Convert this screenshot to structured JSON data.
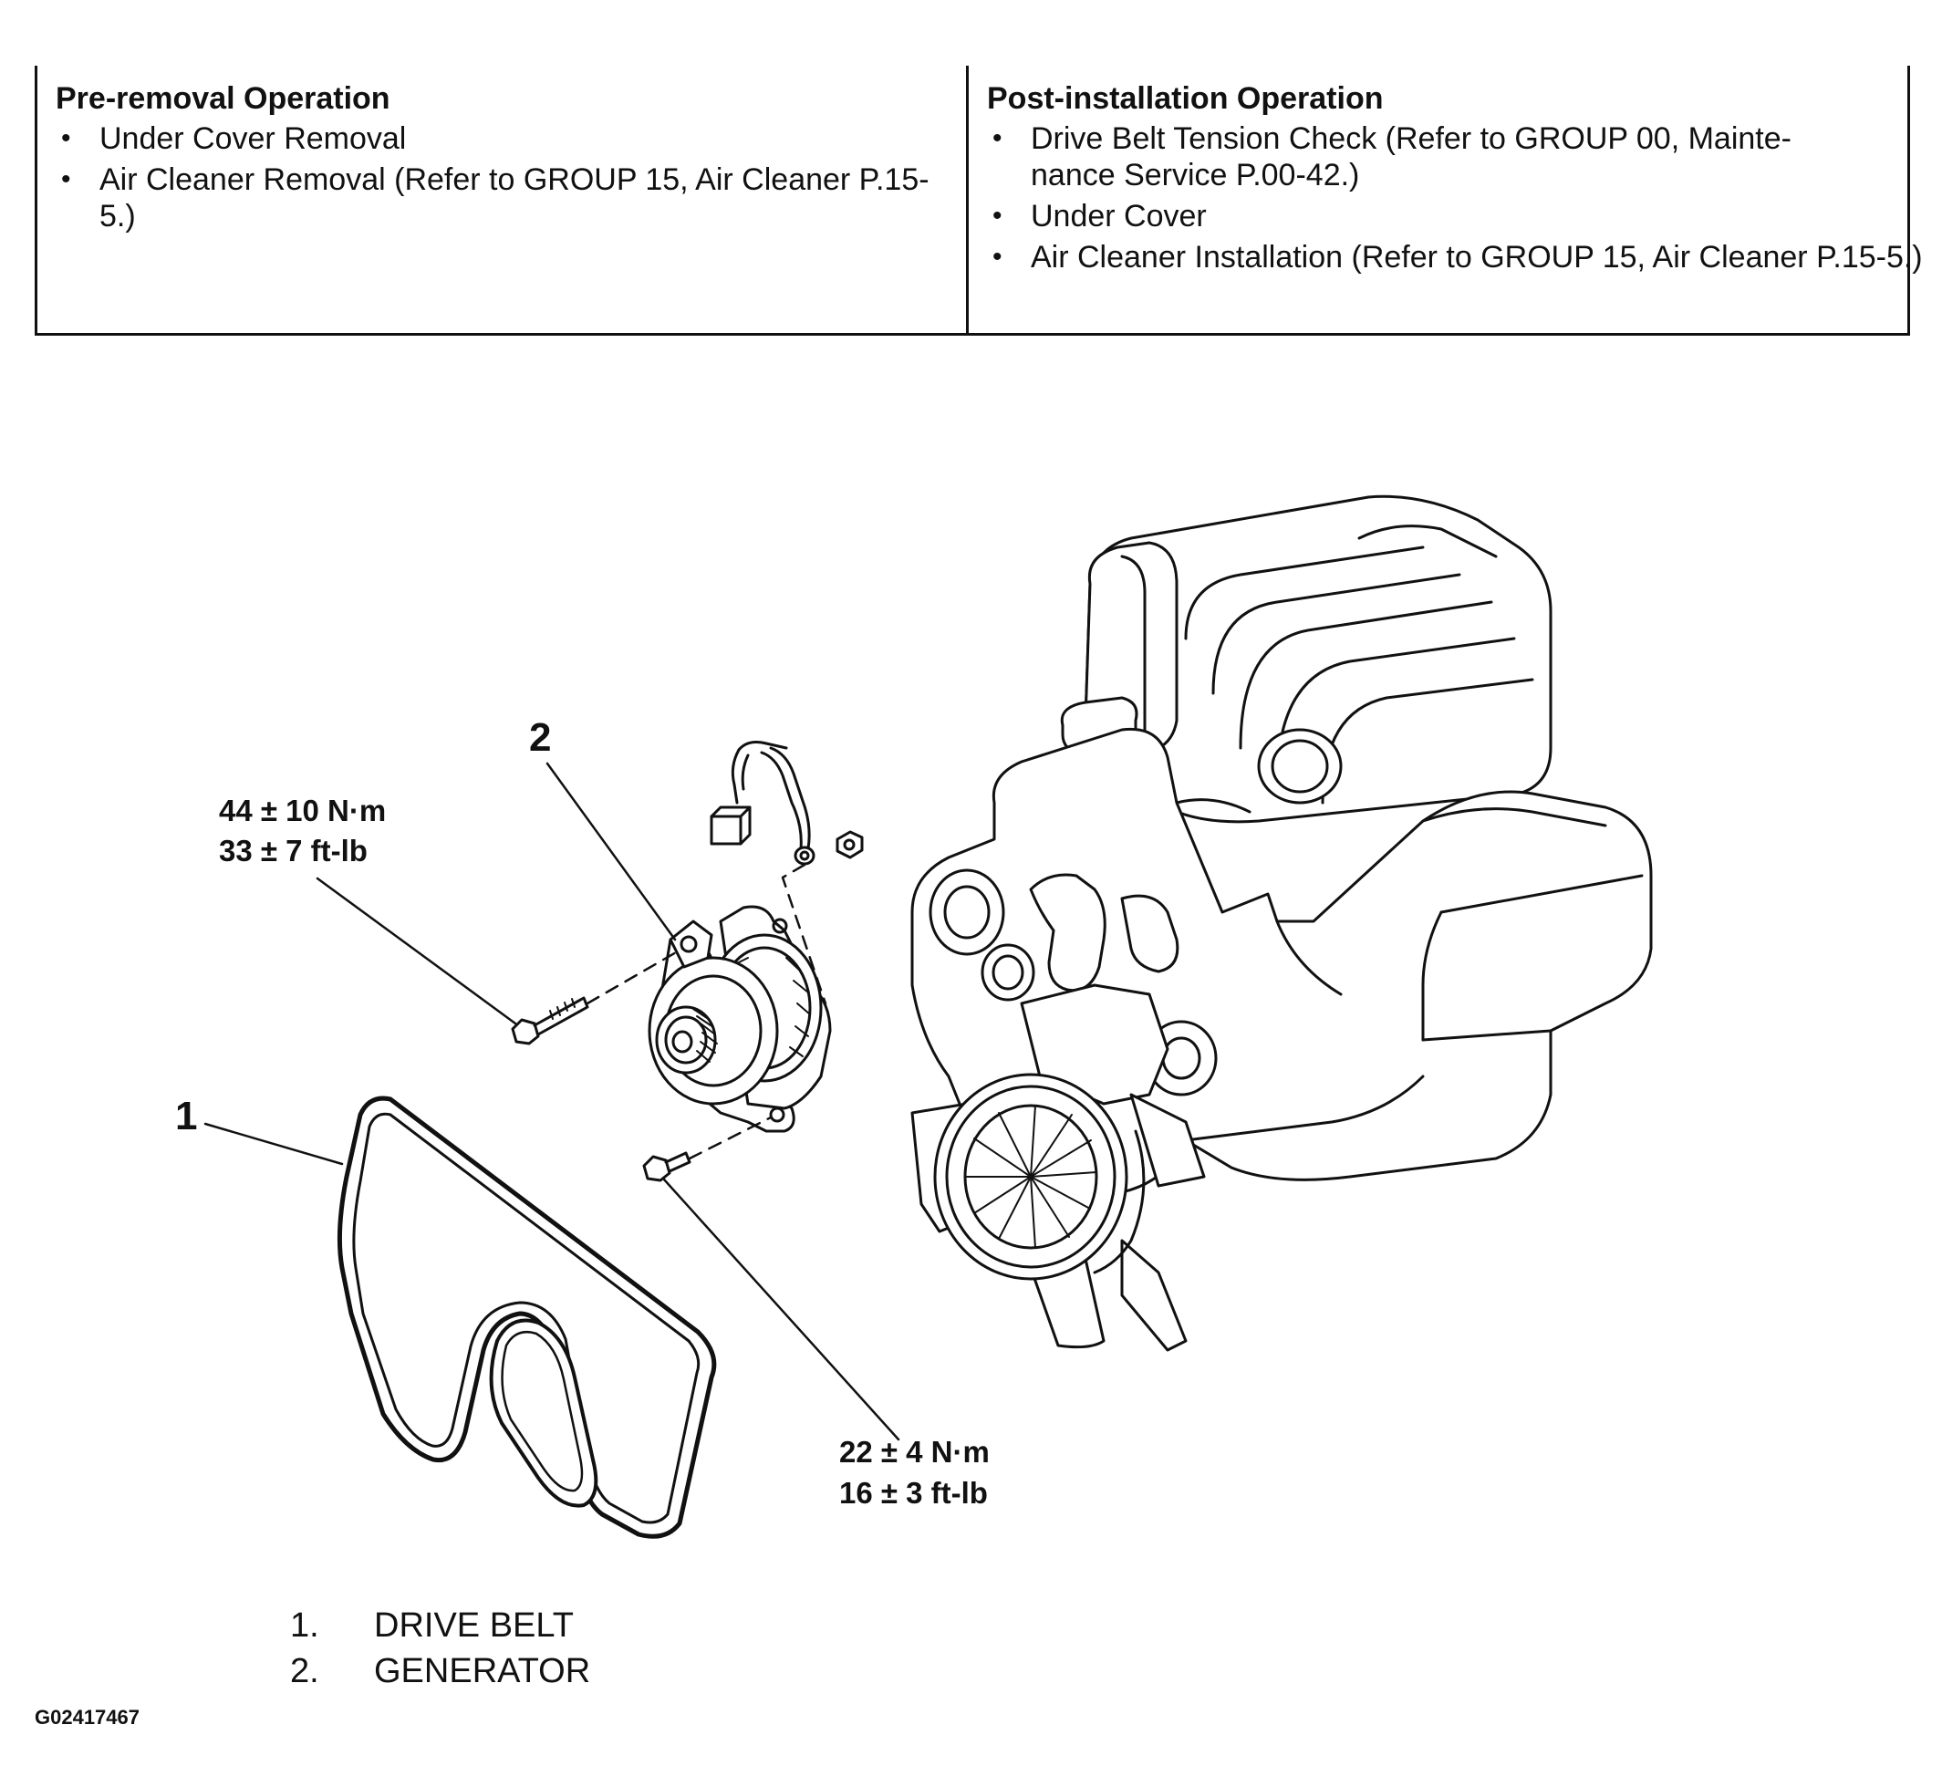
{
  "pre_removal": {
    "title": "Pre-removal Operation",
    "items": [
      "Under Cover Removal",
      "Air Cleaner Removal (Refer to GROUP 15, Air Cleaner P.15-5.)"
    ]
  },
  "post_installation": {
    "title": "Post-installation Operation",
    "items": [
      "Drive Belt Tension Check (Refer to GROUP 00, Mainte- nance Service P.00-42.)",
      "Under Cover",
      "Air Cleaner Installation (Refer to GROUP 15, Air Cleaner P.15-5.)"
    ]
  },
  "bullet": "•",
  "diagram": {
    "callouts": {
      "one": "1",
      "two": "2"
    },
    "torque_upper": {
      "metric": "44 ± 10 N·m",
      "imperial": "33 ± 7 ft-lb"
    },
    "torque_lower": {
      "metric": "22 ± 4 N·m",
      "imperial": "16 ± 3 ft-lb"
    }
  },
  "legend": [
    {
      "number": "1.",
      "label": "DRIVE BELT"
    },
    {
      "number": "2.",
      "label": "GENERATOR"
    }
  ],
  "figure_id": "G02417467"
}
